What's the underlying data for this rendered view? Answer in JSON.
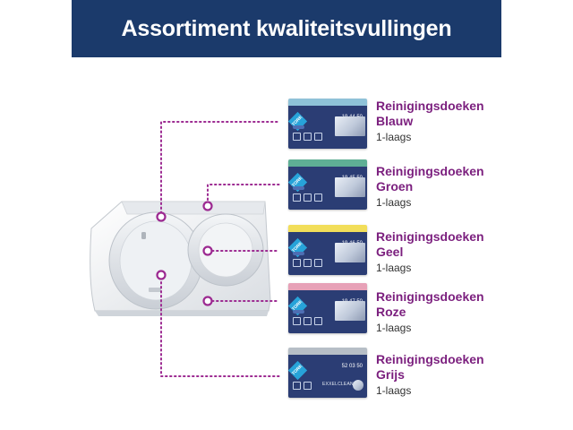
{
  "header": {
    "title": "Assortiment kwaliteitsvullingen",
    "background": "#1b3a6b"
  },
  "accent_color": "#9c2a91",
  "products": [
    {
      "name_line1": "Reinigingsdoeken",
      "name_line2": "Blauw",
      "ply": "1-laags",
      "code": "19 44 50",
      "brand": "TORK",
      "lid_color": "#8fc2d8"
    },
    {
      "name_line1": "Reinigingsdoeken",
      "name_line2": "Groen",
      "ply": "1-laags",
      "code": "19 45 50",
      "brand": "TORK",
      "lid_color": "#5faf95"
    },
    {
      "name_line1": "Reinigingsdoeken",
      "name_line2": "Geel",
      "ply": "1-laags",
      "code": "19 46 50",
      "brand": "TORK",
      "lid_color": "#f2de5a"
    },
    {
      "name_line1": "Reinigingsdoeken",
      "name_line2": "Roze",
      "ply": "1-laags",
      "code": "19 47 50",
      "brand": "TORK",
      "lid_color": "#e7a1b7"
    },
    {
      "name_line1": "Reinigingsdoeken",
      "name_line2": "Grijs",
      "ply": "1-laags",
      "code": "52 03 50",
      "brand": "TORK",
      "lid_color": "#b6bec6",
      "extra": "EXXELCLEAN"
    }
  ]
}
